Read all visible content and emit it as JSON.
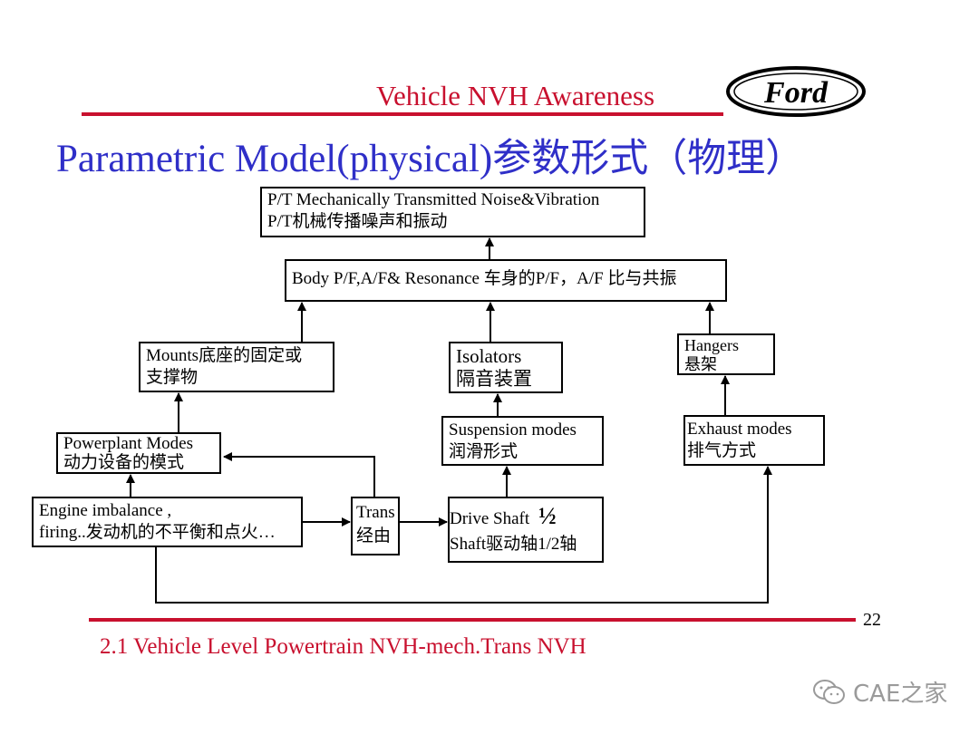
{
  "header": {
    "title": "Vehicle NVH Awareness",
    "logo_text": "Ford"
  },
  "main_title": "Parametric Model(physical)参数形式（物理）",
  "nodes": {
    "pt_mech": {
      "line1": "P/T Mechanically Transmitted Noise&Vibration",
      "line2": "P/T机械传播噪声和振动"
    },
    "body": {
      "line1": "Body P/F,A/F& Resonance 车身的P/F，A/F 比与共振"
    },
    "mounts": {
      "line1": "Mounts底座的固定或",
      "line2": "支撑物"
    },
    "isolators": {
      "line1": "Isolators",
      "line2": "隔音装置"
    },
    "hangers": {
      "line1": "Hangers",
      "line2": "悬架"
    },
    "powerplant": {
      "line1": "Powerplant Modes",
      "line2": "动力设备的模式"
    },
    "suspension": {
      "line1": "Suspension modes",
      "line2": "润滑形式"
    },
    "exhaust": {
      "line1": "Exhaust modes",
      "line2": "排气方式"
    },
    "engine": {
      "line1": "Engine imbalance ,",
      "line2": "firing..发动机的不平衡和点火…"
    },
    "trans": {
      "line1": "Trans",
      "line2": "经由"
    },
    "drive_shaft": {
      "line1": "Drive Shaft",
      "fraction": "½",
      "line2": "Shaft驱动轴1/2轴"
    }
  },
  "footer": {
    "page_number": "22",
    "title": "2.1 Vehicle Level Powertrain NVH-mech.Trans NVH"
  },
  "watermark": {
    "text": "CAE之家",
    "icon": "wechat-icon"
  },
  "colors": {
    "accent_red": "#c8102e",
    "title_blue": "#2f2fc8"
  }
}
